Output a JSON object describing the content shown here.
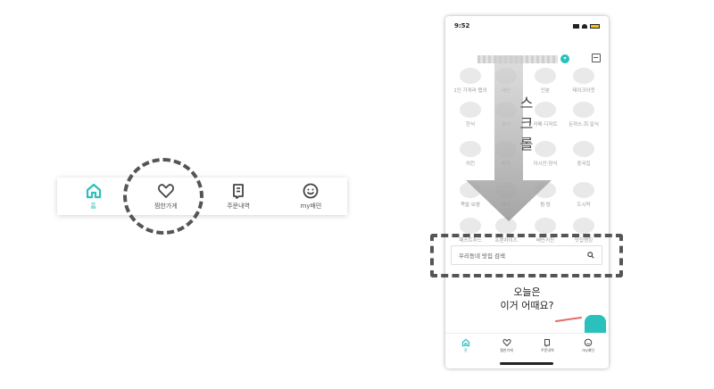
{
  "nav_bar": {
    "items": [
      {
        "label": "홈",
        "icon": "home-icon",
        "active": true
      },
      {
        "label": "찜한가게",
        "icon": "heart-icon",
        "active": false
      },
      {
        "label": "주문내역",
        "icon": "receipt-icon",
        "active": false
      },
      {
        "label": "my배민",
        "icon": "smiley-icon",
        "active": false
      }
    ]
  },
  "phone": {
    "time": "9:52",
    "categories": [
      "1인 가게라 탭의",
      "배민",
      "인분",
      "테이크아웃",
      "한식",
      "분식",
      "카페·디저트",
      "돈까스·회·일식",
      "치킨",
      "피자",
      "아시안·양식",
      "중국집",
      "족발·보쌈",
      "야식",
      "찜·탕",
      "도시락",
      "패스트푸드",
      "프랜차이즈",
      "배민키친",
      "맛집랭킹"
    ],
    "scroll_label": [
      "스",
      "크",
      "롤"
    ],
    "search_placeholder": "우리동네 맛집 검색",
    "today_line1": "오늘은",
    "today_line2": "이거 어때요?",
    "bottom_nav": [
      "홈",
      "찜한가게",
      "주문내역",
      "my배민"
    ]
  },
  "colors": {
    "accent": "#2ac1bc",
    "dash": "#555555"
  }
}
